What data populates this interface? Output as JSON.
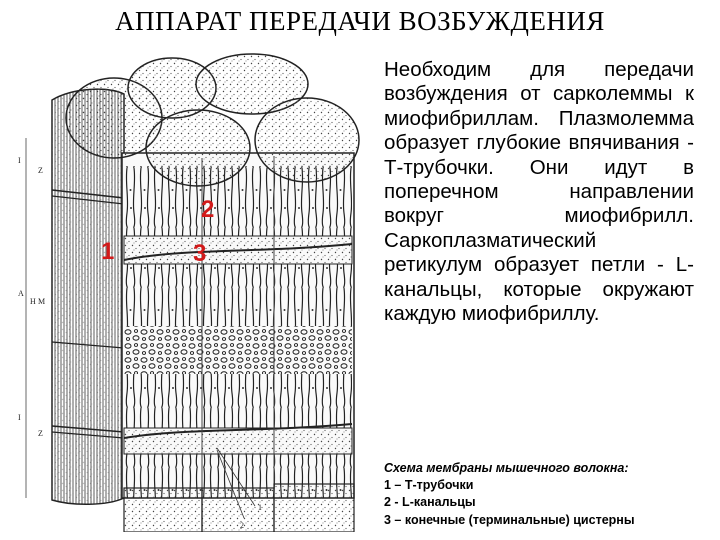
{
  "title": "АППАРАТ ПЕРЕДАЧИ ВОЗБУЖДЕНИЯ",
  "description": "Необходим для передачи возбуждения от сарколеммы к миофибриллам. Плазмолемма образует глубокие впячивания - Т-трубочки. Они идут в поперечном направлении вокруг миофибрилл. Саркоплазматический ретикулум образует петли - L-канальцы, которые окружают каждую миофибриллу.",
  "caption": {
    "title": "Схема мембраны мышечного волокна:",
    "items": [
      "1 – Т-трубочки",
      "2 - L-канальцы",
      "3 – конечные (терминальные) цистерны"
    ]
  },
  "markers": [
    "1",
    "2",
    "3"
  ],
  "band_labels": [
    "I",
    "Z",
    "A",
    "H",
    "M",
    "I",
    "Z"
  ],
  "pointer_labels": [
    "1",
    "2"
  ],
  "colors": {
    "marker": "#d21a1a",
    "ink": "#222222",
    "stipple": "#555555"
  }
}
